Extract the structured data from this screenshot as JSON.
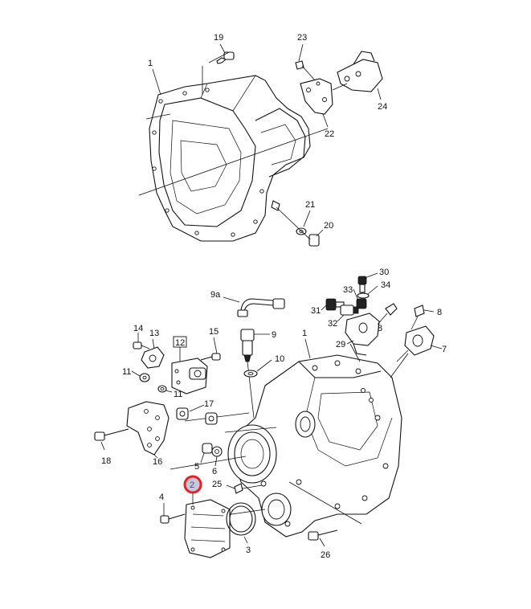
{
  "highlight_color": "#e8202a",
  "callouts": {
    "c1_top": "1",
    "c19": "19",
    "c23": "23",
    "c24": "24",
    "c22": "22",
    "c21": "21",
    "c20": "20",
    "c9a": "9a",
    "c9": "9",
    "c10": "10",
    "c30": "30",
    "c33": "33",
    "c34": "34",
    "c31": "31",
    "c32": "32",
    "c8_a": "8",
    "c8_b": "8",
    "c29": "29",
    "c7": "7",
    "c1_bottom": "1",
    "c14": "14",
    "c13": "13",
    "c12": "12",
    "c15": "15",
    "c11_a": "11",
    "c11_b": "11",
    "c17": "17",
    "c18": "18",
    "c16": "16",
    "c5": "5",
    "c6": "6",
    "c2": "2",
    "c25": "25",
    "c4": "4",
    "c3": "3",
    "c26": "26"
  }
}
